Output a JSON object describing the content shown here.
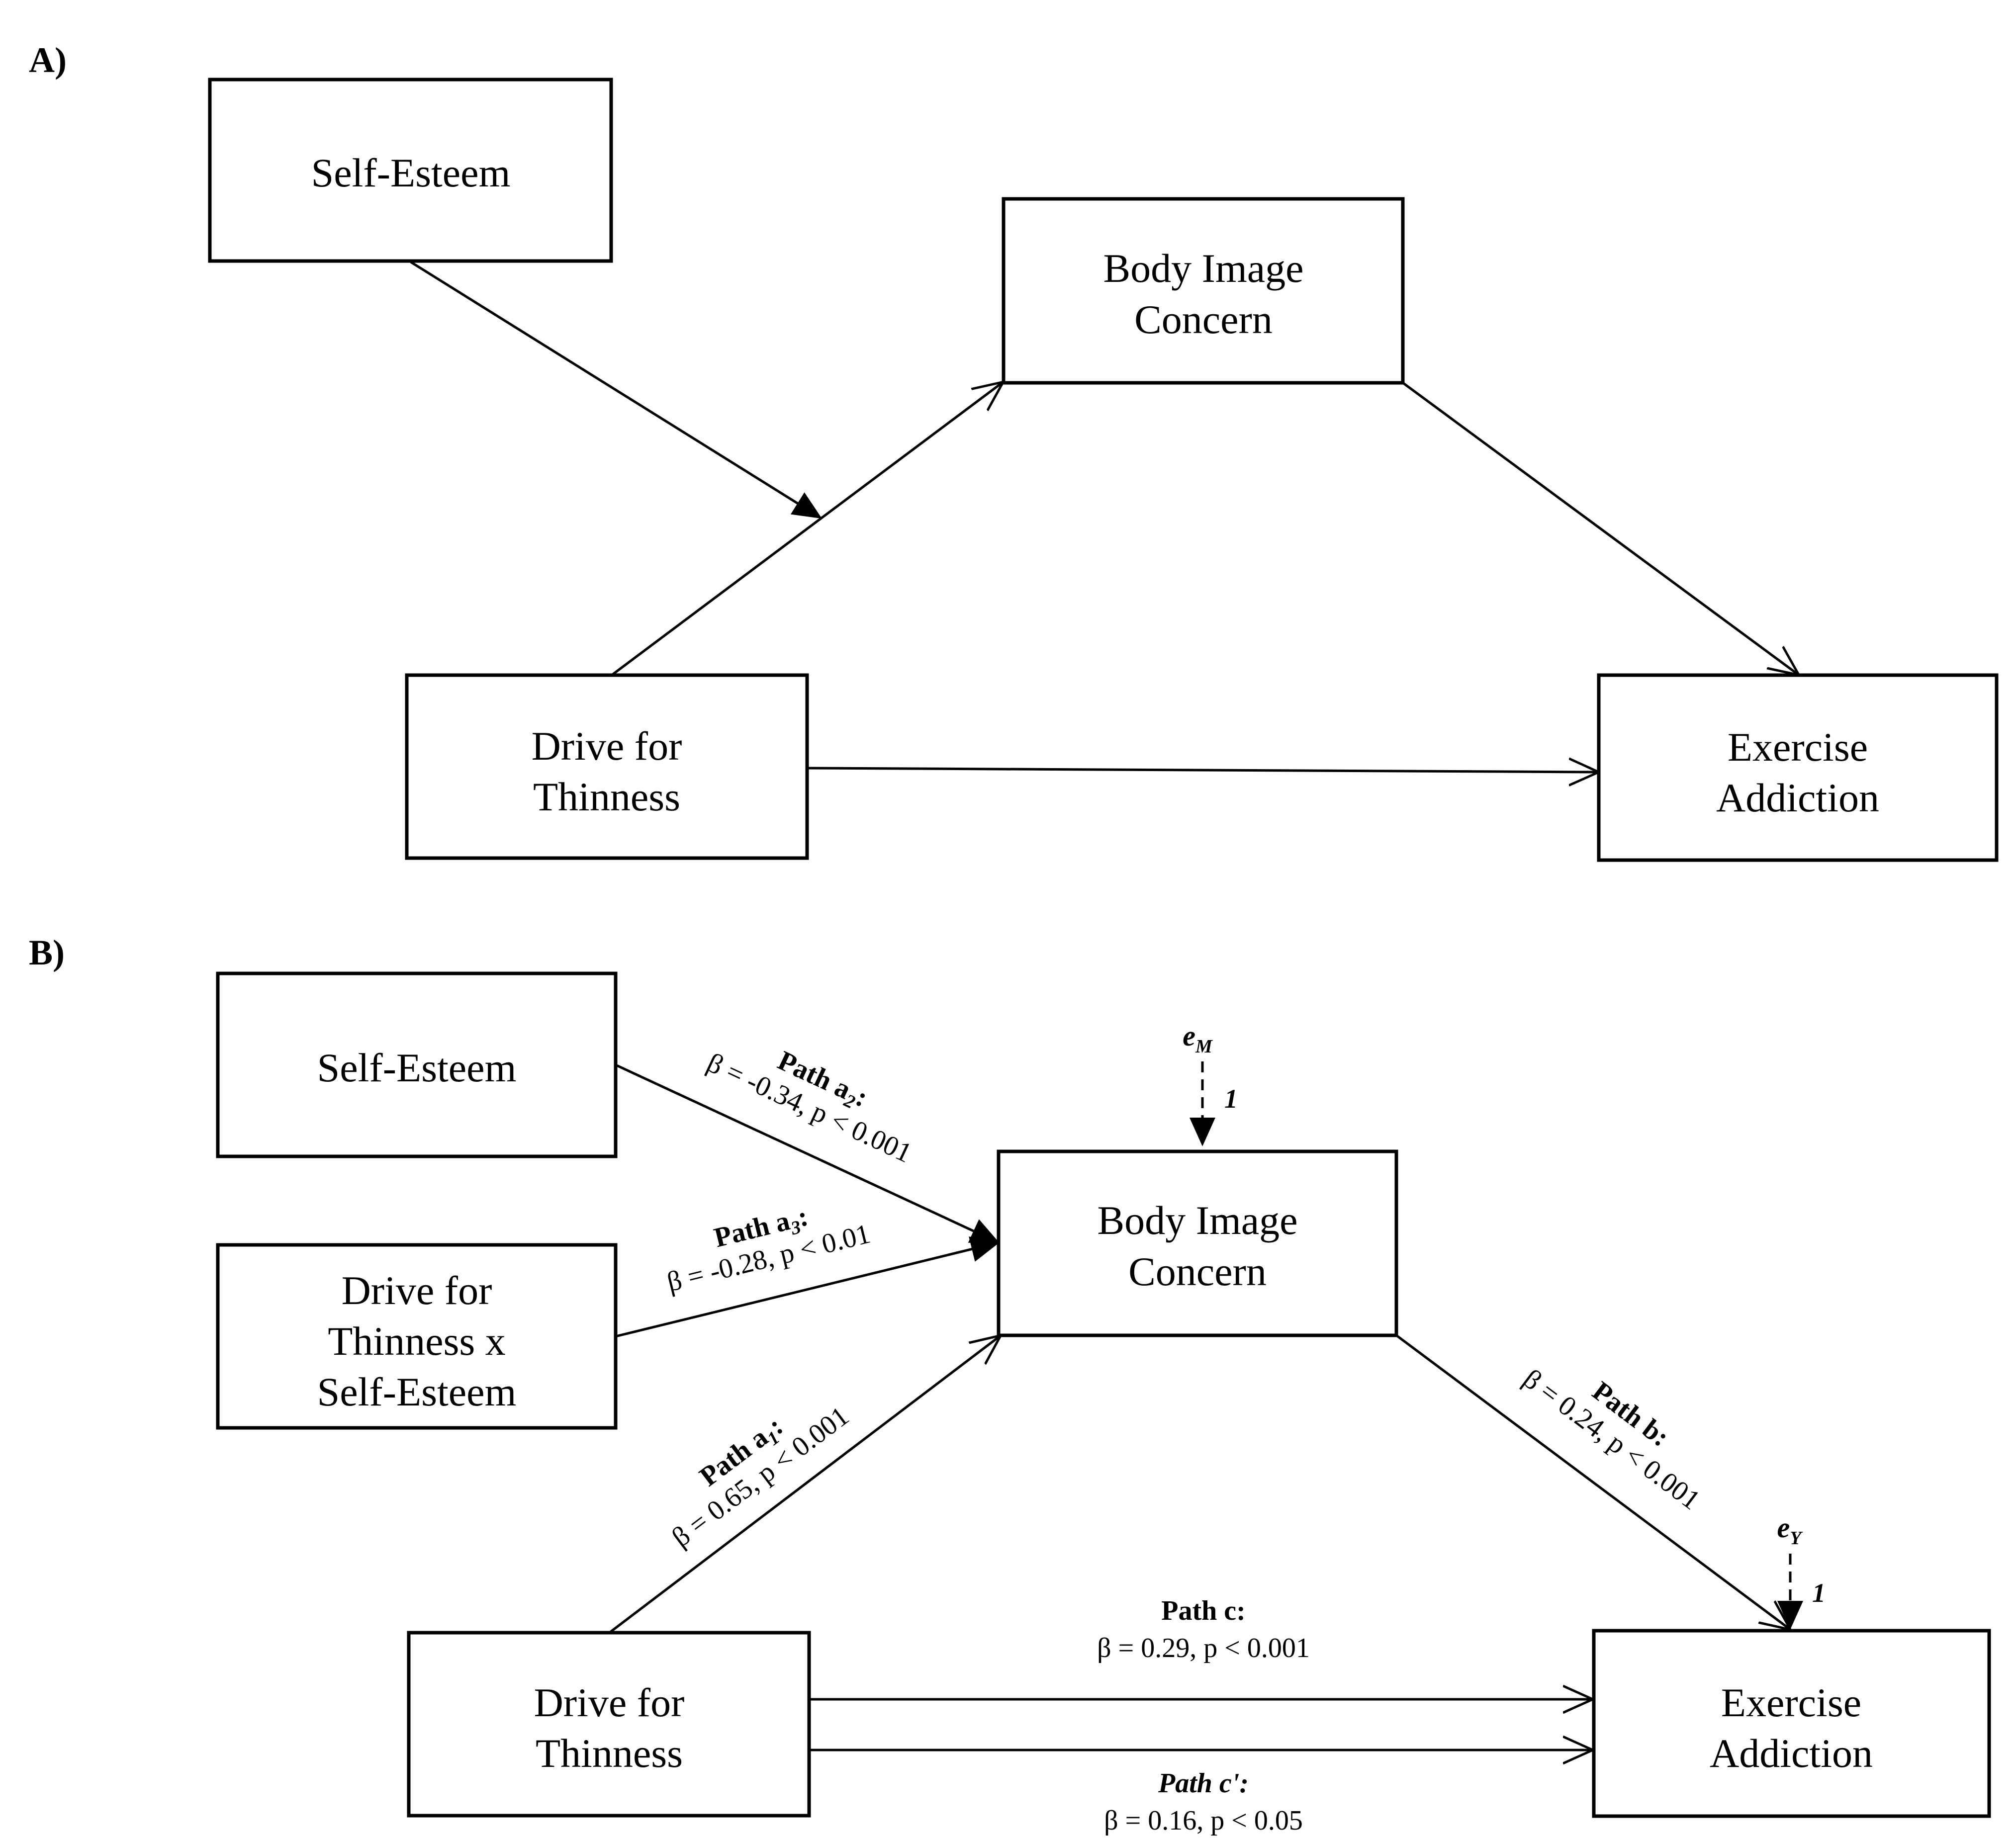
{
  "panel_a": {
    "label": "A)",
    "nodes": {
      "self_esteem": [
        "Self-Esteem"
      ],
      "body_image": [
        "Body Image",
        "Concern"
      ],
      "drive": [
        "Drive for",
        "Thinness"
      ],
      "exercise": [
        "Exercise",
        "Addiction"
      ]
    }
  },
  "panel_b": {
    "label": "B)",
    "nodes": {
      "self_esteem": [
        "Self-Esteem"
      ],
      "interaction": [
        "Drive for",
        "Thinness x",
        "Self-Esteem"
      ],
      "body_image": [
        "Body Image",
        "Concern"
      ],
      "drive": [
        "Drive for",
        "Thinness"
      ],
      "exercise": [
        "Exercise",
        "Addiction"
      ]
    },
    "paths": {
      "a1": {
        "title": "Path a",
        "sub": "1",
        "stat": "β = 0.65, p < 0.001"
      },
      "a2": {
        "title": "Path a",
        "sub": "2",
        "stat": "β = -0.34, p < 0.001"
      },
      "a3": {
        "title": "Path a",
        "sub": "3",
        "stat": "β = -0.28, p < 0.01"
      },
      "b": {
        "title": "Path b:",
        "stat": "β = 0.24, p < 0.001"
      },
      "c": {
        "title": "Path c:",
        "stat": "β = 0.29, p < 0.001"
      },
      "c_prime": {
        "title": "Path c':",
        "stat": "β = 0.16, p < 0.05"
      }
    },
    "errors": {
      "e_m": {
        "symbol": "e",
        "sub": "M",
        "weight": "1"
      },
      "e_y": {
        "symbol": "e",
        "sub": "Y",
        "weight": "1"
      }
    }
  }
}
